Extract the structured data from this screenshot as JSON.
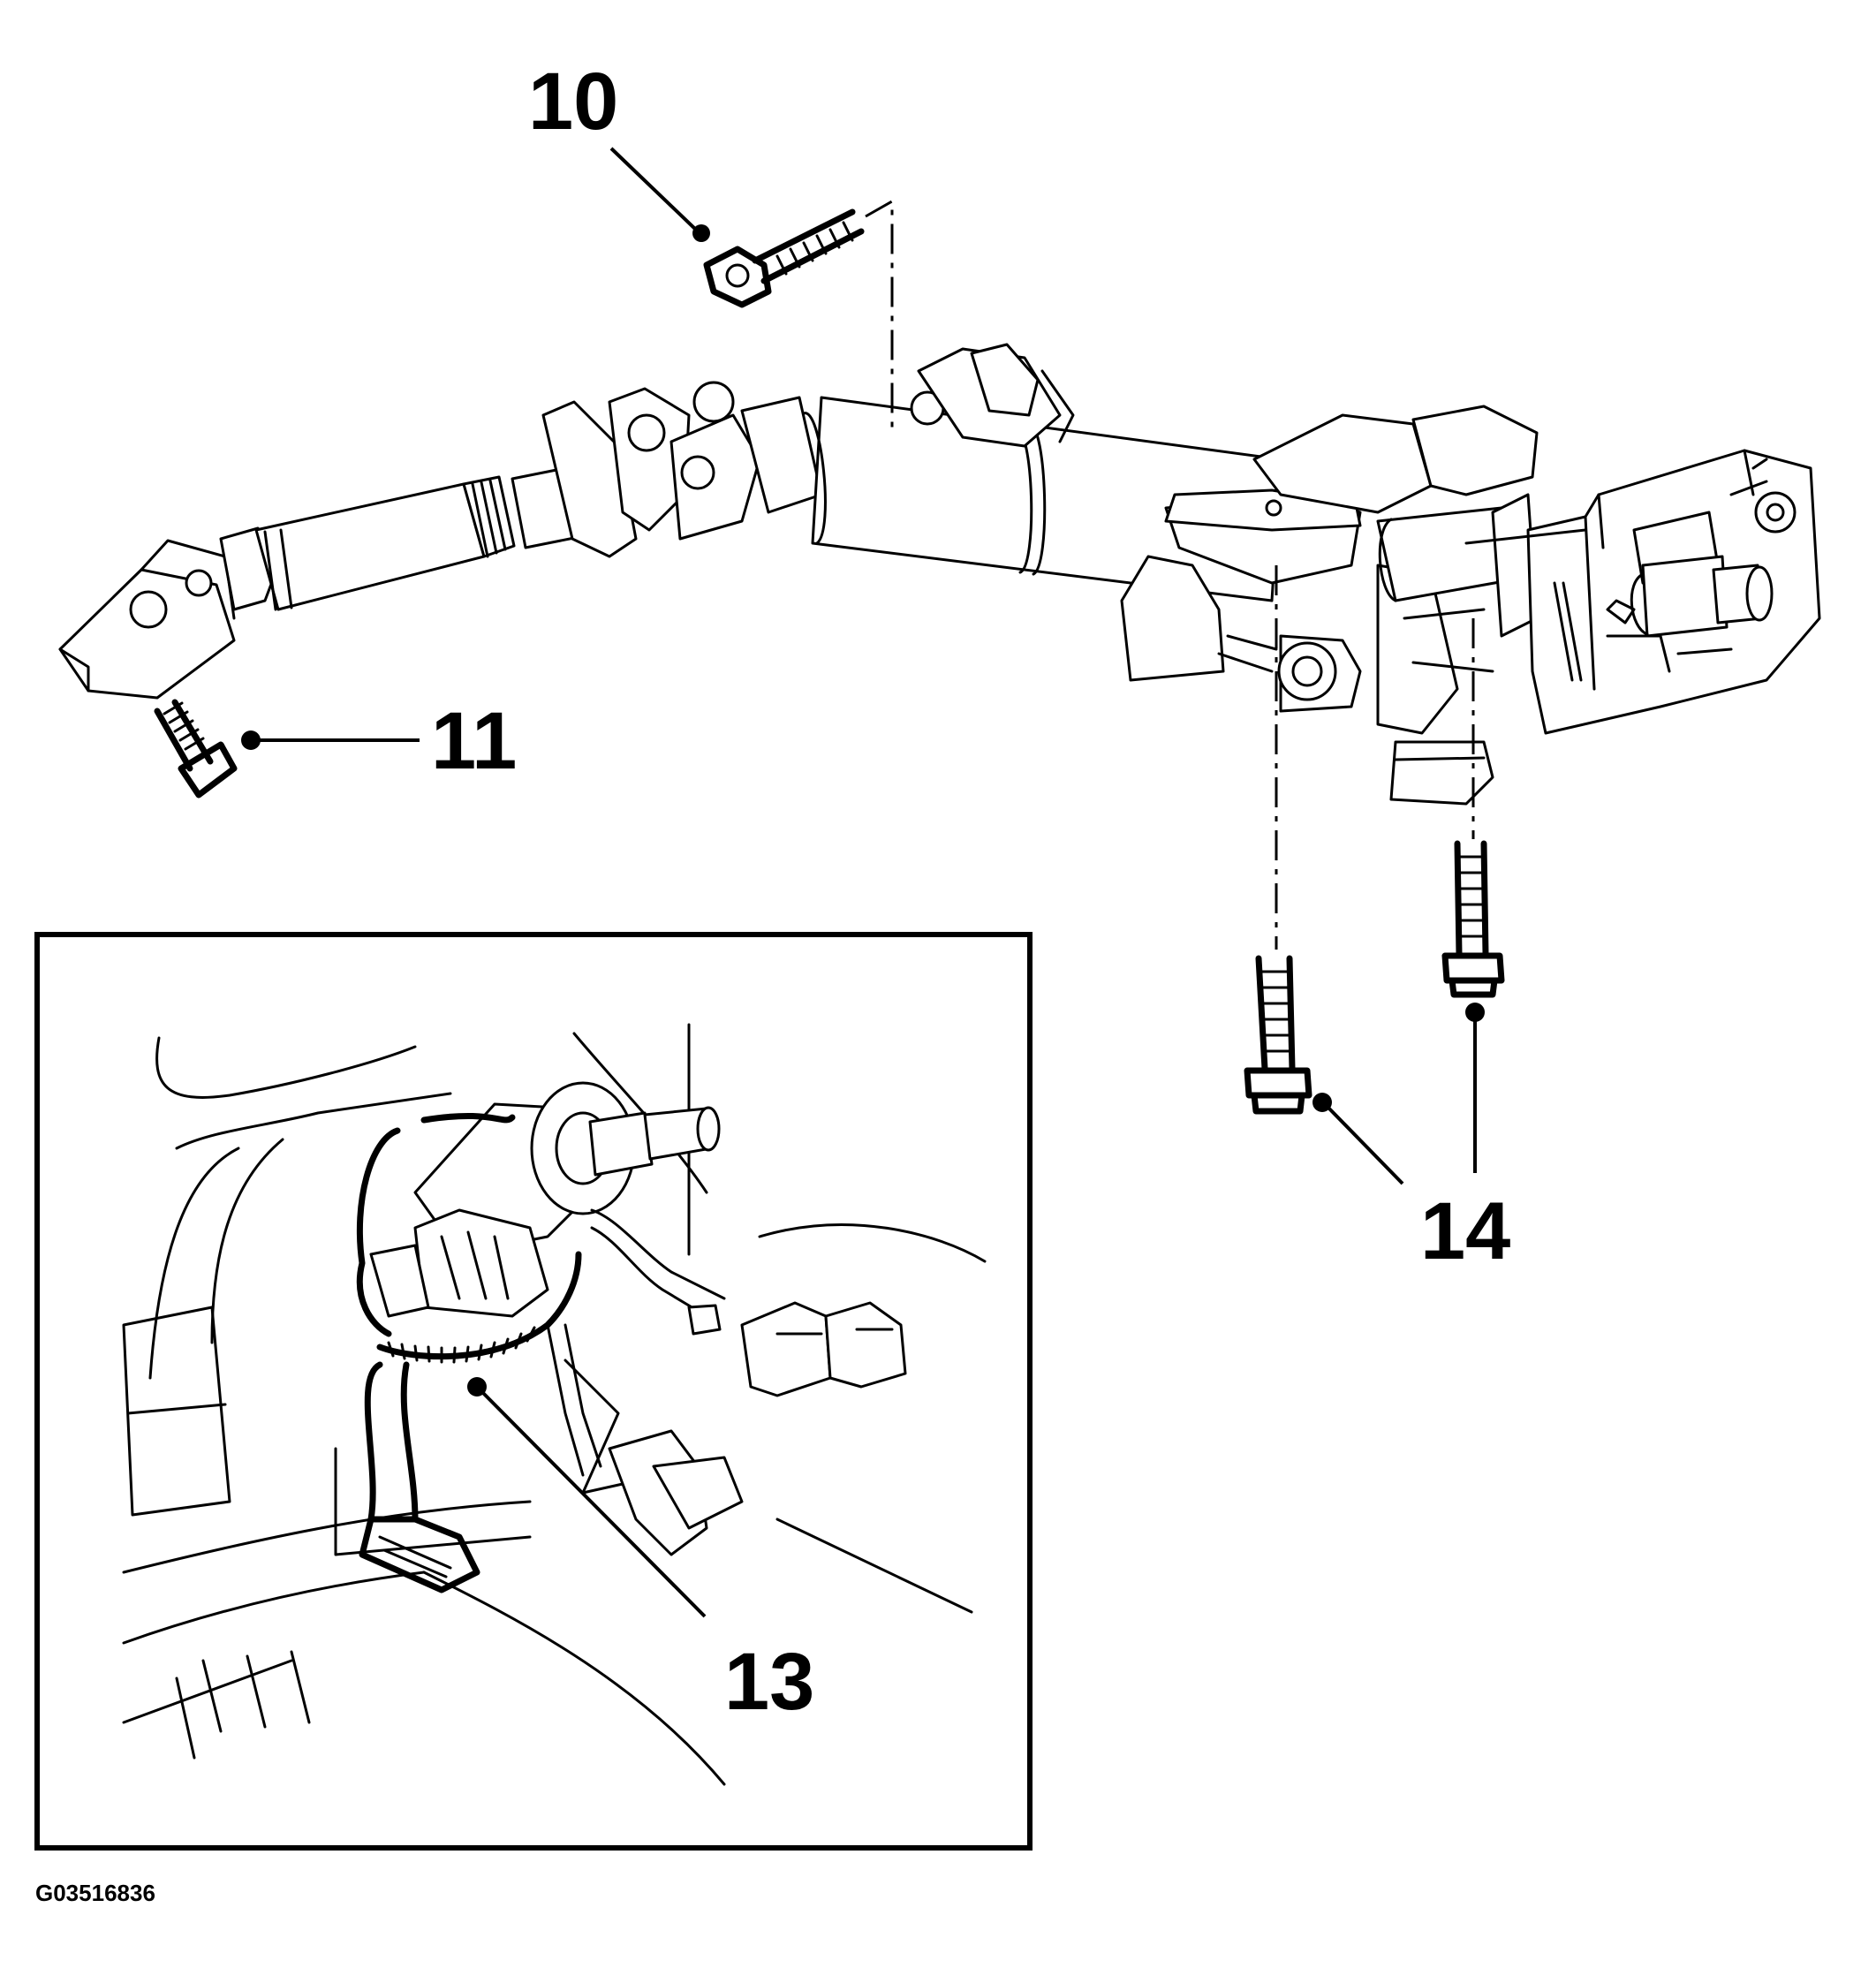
{
  "figure_id": "G03516836",
  "callouts": [
    {
      "number": "10"
    },
    {
      "number": "11"
    },
    {
      "number": "13"
    },
    {
      "number": "14"
    }
  ],
  "inset_present": true,
  "line_color": "#000000",
  "background_color": "#ffffff"
}
